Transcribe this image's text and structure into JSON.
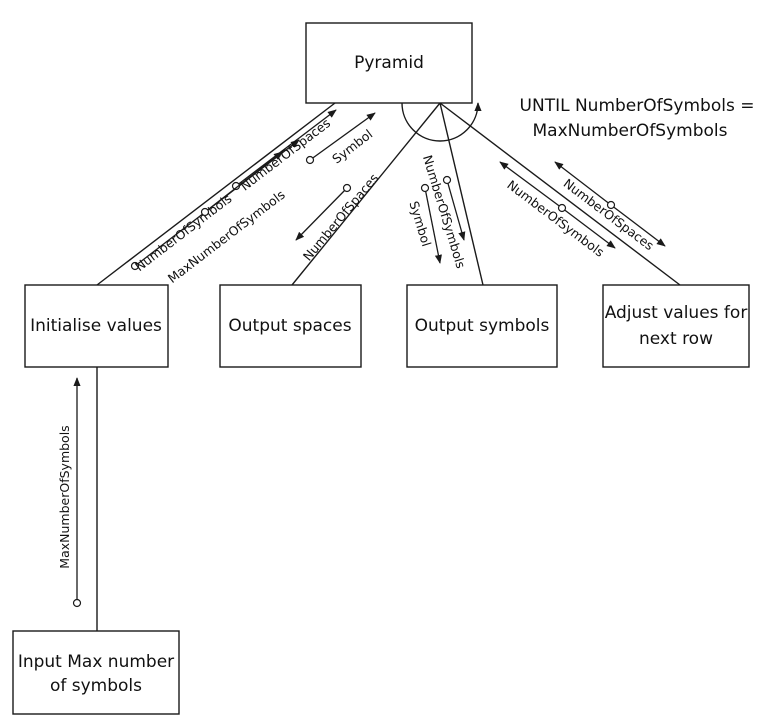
{
  "boxes": {
    "pyramid": "Pyramid",
    "initialise": "Initialise values",
    "output_spaces": "Output spaces",
    "output_symbols": "Output symbols",
    "adjust_line1": "Adjust values for",
    "adjust_line2": "next row",
    "input_line1": "Input Max number",
    "input_line2": "of symbols"
  },
  "condition": {
    "line1": "UNTIL NumberOfSymbols =",
    "line2": "MaxNumberOfSymbols"
  },
  "flows": {
    "init_up_1": "NumberOfSymbols",
    "init_up_2": "NumberOfSpaces",
    "init_up_3": "Symbol",
    "init_down": "MaxNumberOfSymbols",
    "spaces_down": "NumberOfSpaces",
    "symbols_up": "NumberOfSymbols",
    "symbols_down": "Symbol",
    "adjust_up": "NumberOfSpaces",
    "adjust_down": "NumberOfSymbols",
    "input_up": "MaxNumberOfSymbols"
  }
}
